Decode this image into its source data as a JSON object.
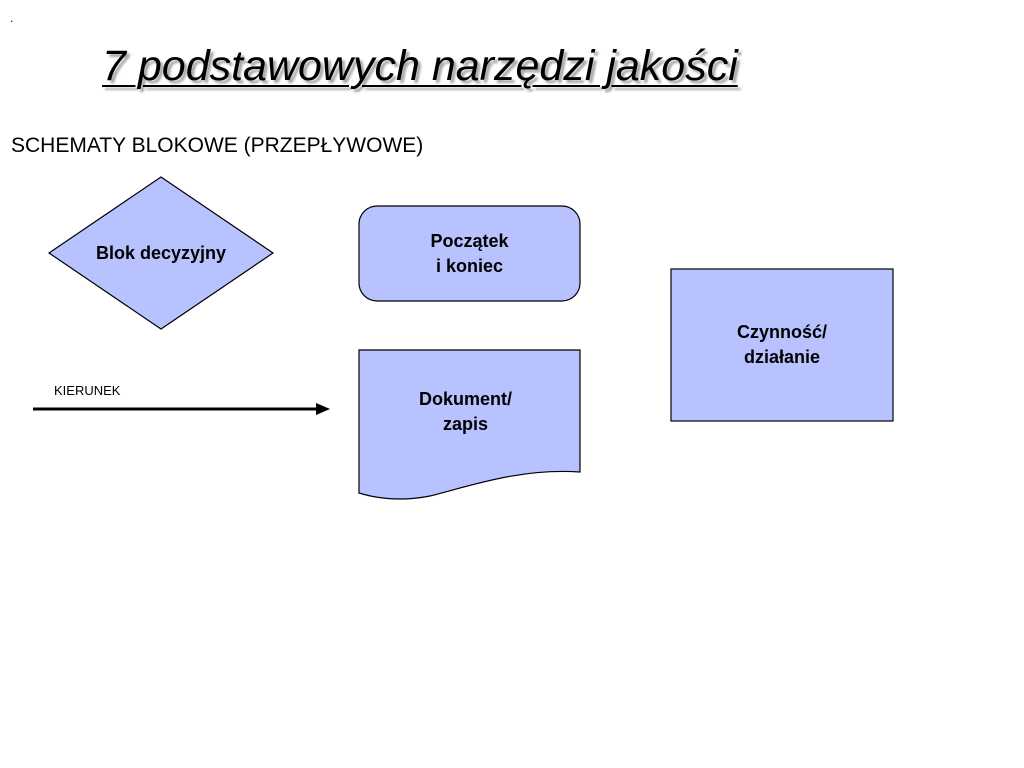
{
  "slide": {
    "dot": ".",
    "title": "7 podstawowych narzędzi jakości",
    "subtitle": "SCHEMATY BLOKOWE (PRZEPŁYWOWE)"
  },
  "shapes": {
    "decision": {
      "label": "Blok decyzyjny"
    },
    "terminator": {
      "label": "Początek\ni koniec"
    },
    "process": {
      "label": "Czynność/\ndziałanie"
    },
    "document": {
      "label": "Dokument/\nzapis"
    }
  },
  "arrow": {
    "label": "KIERUNEK"
  },
  "colors": {
    "shape_fill": "#b8c2ff",
    "shape_stroke": "#000000",
    "text": "#000000"
  }
}
